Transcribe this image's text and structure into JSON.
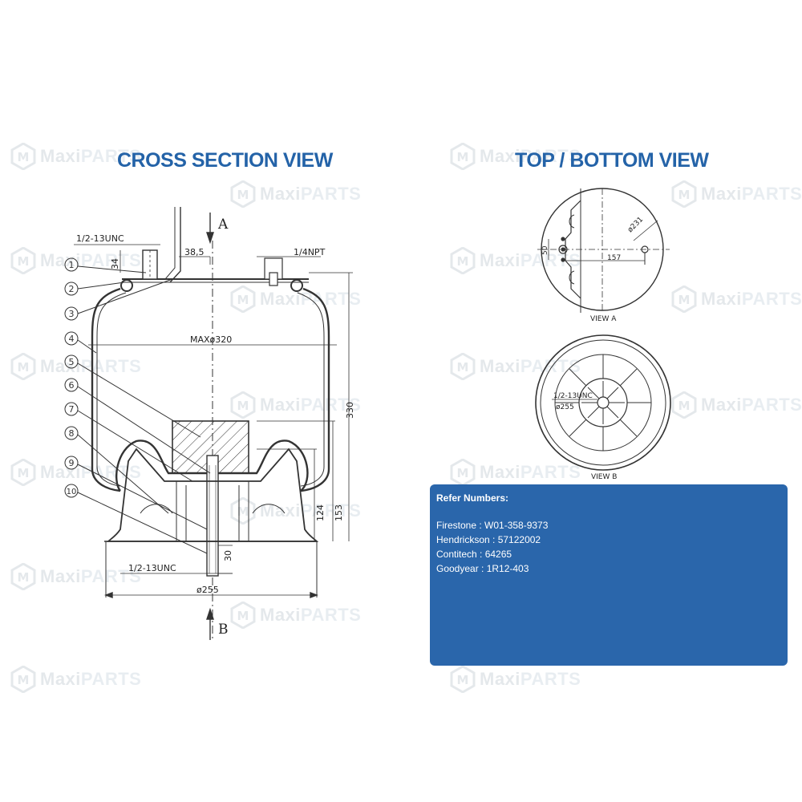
{
  "titles": {
    "cross_section": "CROSS SECTION VIEW",
    "top_bottom": "TOP / BOTTOM VIEW"
  },
  "watermark": {
    "brand_a": "Maxi",
    "brand_b": "PARTS"
  },
  "colors": {
    "title_blue": "#2463a8",
    "panel_blue": "#2a66ab",
    "line": "#333333"
  },
  "cross_section": {
    "top_thread": "1/2-13UNC",
    "bottom_thread": "1/2-13UNC",
    "port": "1/4NPT",
    "dim_34": "34",
    "dim_385": "38,5",
    "max_dia": "MAXø320",
    "height": "330",
    "h153": "153",
    "h124": "124",
    "dim_30": "30",
    "base_dia": "ø255",
    "arrow_a": "A",
    "arrow_b": "B",
    "callouts": [
      "1",
      "2",
      "3",
      "4",
      "5",
      "6",
      "7",
      "8",
      "9",
      "10"
    ]
  },
  "top_view": {
    "dia": "ø231",
    "dim_157": "157",
    "dim_50": "50",
    "label": "VIEW A"
  },
  "bottom_view": {
    "thread": "1/2-13UNC",
    "dia": "ø255",
    "label": "VIEW B"
  },
  "refer": {
    "heading": "Refer Numbers:",
    "items": [
      "Firestone : W01-358-9373",
      "Hendrickson : 57122002",
      "Contitech : 64265",
      "Goodyear : 1R12-403"
    ]
  }
}
